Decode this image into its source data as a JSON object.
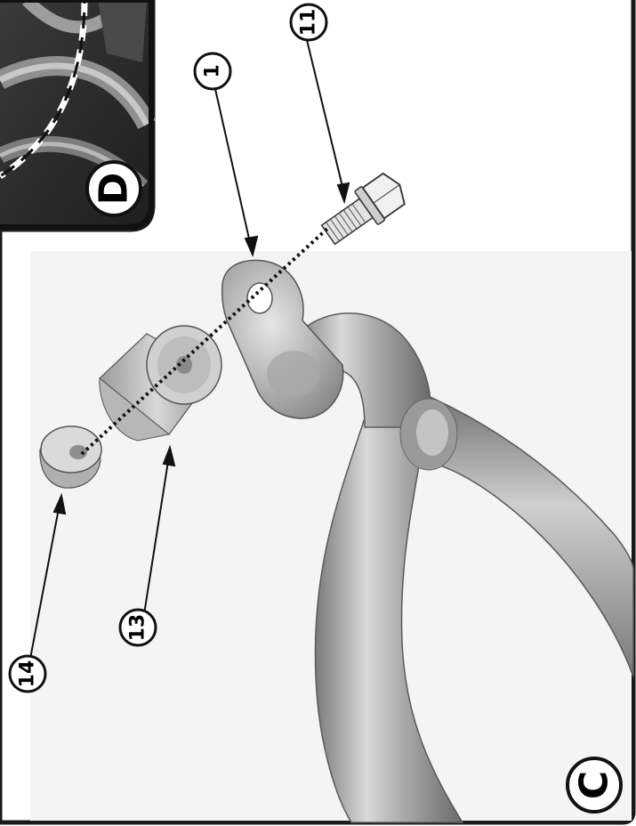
{
  "diagram": {
    "panels": [
      {
        "letter": "C",
        "kind": "main-view"
      },
      {
        "letter": "D",
        "kind": "detail-view"
      }
    ],
    "callouts": [
      {
        "number": "1",
        "part": "mounting-bracket"
      },
      {
        "number": "11",
        "part": "flange-bolt"
      },
      {
        "number": "13",
        "part": "spacer-sleeve"
      },
      {
        "number": "14",
        "part": "spacer-bushing"
      }
    ],
    "colors": {
      "frame": "#1a1a1a",
      "photo_background": "#f3f3f3",
      "steel_dark": "#6e6e6e",
      "steel_light": "#d4d4d4",
      "dashed_line": "#222222"
    }
  }
}
